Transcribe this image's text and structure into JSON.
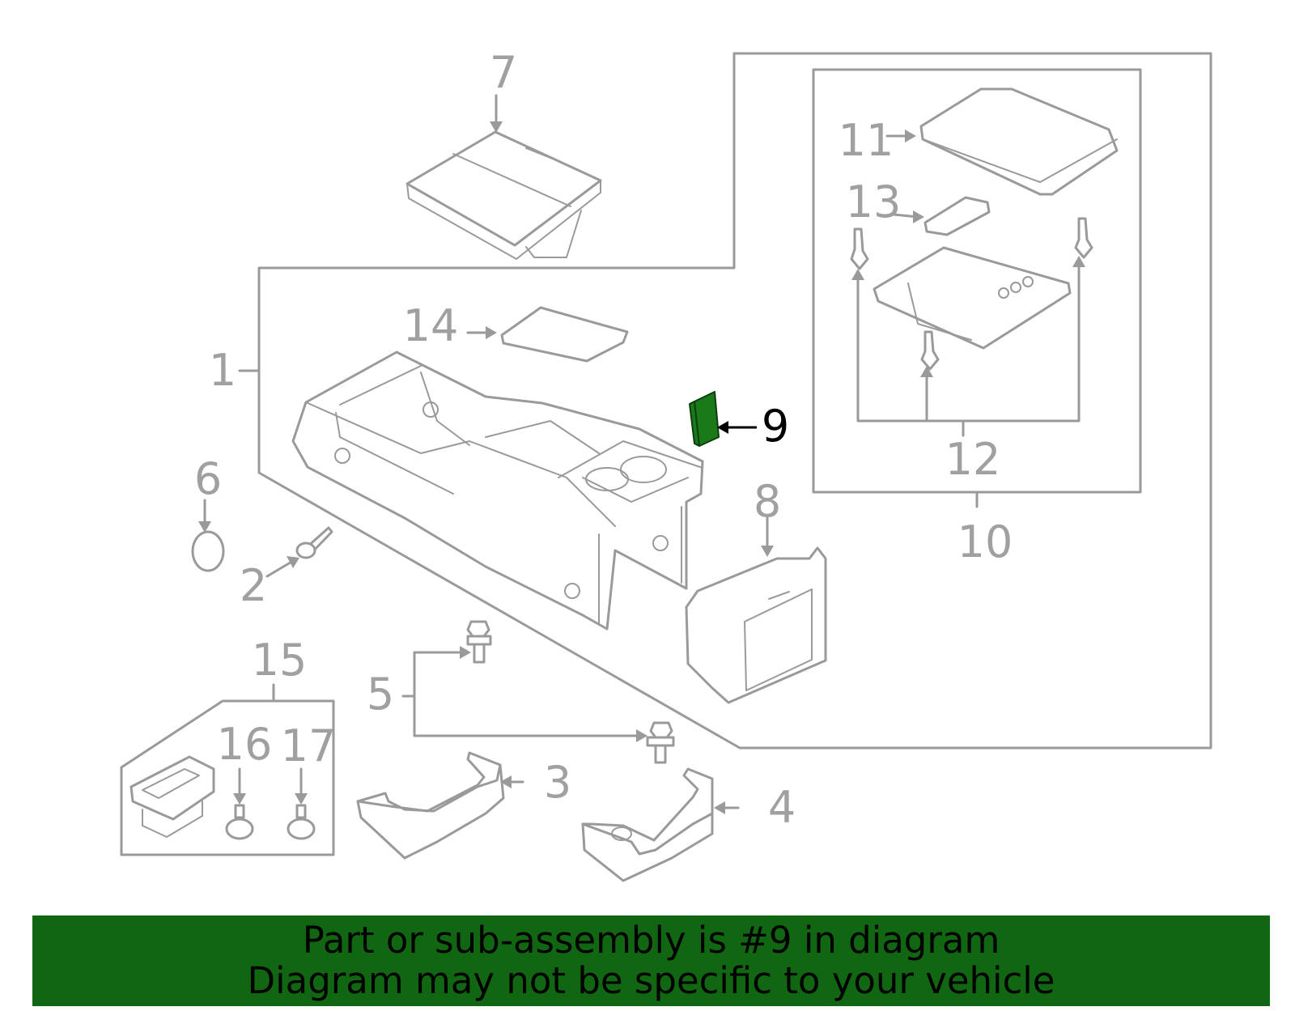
{
  "callouts": {
    "c1": "1",
    "c2": "2",
    "c3": "3",
    "c4": "4",
    "c5": "5",
    "c6": "6",
    "c7": "7",
    "c8": "8",
    "c9": "9",
    "c10": "10",
    "c11": "11",
    "c12": "12",
    "c13": "13",
    "c14": "14",
    "c15": "15",
    "c16": "16",
    "c17": "17"
  },
  "highlight": {
    "part": "9",
    "color": "#1a7a1a"
  },
  "banner": {
    "line1": "Part or sub-assembly is #9 in diagram",
    "line2": "Diagram may not be specific to your vehicle",
    "background": "#116611"
  }
}
